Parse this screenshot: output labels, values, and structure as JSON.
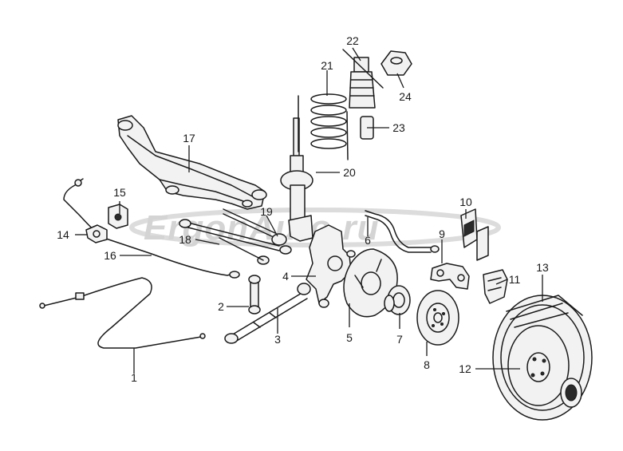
{
  "watermark": {
    "text": "ErgonAuto.ru",
    "color": "#d0d0d0"
  },
  "colors": {
    "line": "#1a1a1a",
    "background": "#ffffff"
  },
  "callouts": {
    "c1": "1",
    "c2": "2",
    "c3": "3",
    "c4": "4",
    "c5": "5",
    "c6": "6",
    "c7": "7",
    "c8": "8",
    "c9": "9",
    "c10": "10",
    "c11": "11",
    "c12": "12",
    "c13": "13",
    "c14": "14",
    "c15": "15",
    "c16": "16",
    "c17": "17",
    "c18": "18",
    "c19": "19",
    "c20": "20",
    "c21": "21",
    "c22": "22",
    "c23": "23",
    "c24": "24"
  }
}
